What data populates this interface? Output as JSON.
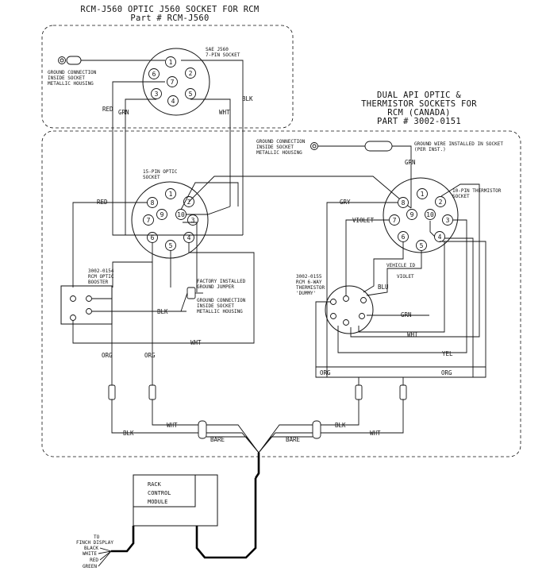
{
  "top_section": {
    "title_line1": "RCM-J560 OPTIC J560 SOCKET FOR RCM",
    "title_line2": "Part # RCM-J560",
    "socket_label_line1": "SAE J560",
    "socket_label_line2": "7-PIN SOCKET",
    "ground_label_line1": "GROUND CONNECTION",
    "ground_label_line2": "INSIDE SOCKET",
    "ground_label_line3": "METALLIC HOUSING",
    "pins": [
      "1",
      "2",
      "3",
      "4",
      "5",
      "6",
      "7"
    ],
    "wire_red": "RED",
    "wire_grn": "GRN",
    "wire_wht": "WHT",
    "wire_blk": "BLK"
  },
  "right_title": {
    "line1": "DUAL API OPTIC &",
    "line2": "THERMISTOR SOCKETS FOR",
    "line3": "RCM (CANADA)",
    "line4": "PART # 3002-0151"
  },
  "ground_top": {
    "line1": "GROUND CONNECTION",
    "line2": "INSIDE SOCKET",
    "line3": "METALLIC HOUSING",
    "wire_note_line1": "GROUND WIRE INSTALLED IN SOCKET",
    "wire_note_line2": "(PER INST.)",
    "wire_grn": "GRN"
  },
  "optic_socket": {
    "label_line1": "15-PIN OPTIC",
    "label_line2": "SOCKET",
    "pins": [
      "1",
      "2",
      "3",
      "4",
      "5",
      "6",
      "7",
      "8",
      "9",
      "10"
    ],
    "wire_red": "RED"
  },
  "thermistor_socket": {
    "label_line1": "10-PIN THERMISTOR",
    "label_line2": "SOCKET",
    "pins": [
      "1",
      "2",
      "3",
      "4",
      "5",
      "6",
      "7",
      "8",
      "9",
      "10"
    ],
    "wire_gry": "GRY",
    "wire_violet": "VIOLET",
    "vehicle_id": "VEHICLE ID",
    "violet2": "VIOLET"
  },
  "booster": {
    "line1": "3002-0154",
    "line2": "RCM OPTIC",
    "line3": "BOOSTER",
    "wire_blk": "BLK"
  },
  "jumper": {
    "line1": "FACTORY INSTALLED",
    "line2": "GROUND JUMPER",
    "line3": "GROUND CONNECTION",
    "line4": "INSIDE SOCKET",
    "line5": "METALLIC HOUSING"
  },
  "dummy": {
    "line1": "3002-0155",
    "line2": "RCM 6-WAY",
    "line3": "THERMISTOR",
    "line4": "'DUMMY'",
    "wire_blu": "BLU",
    "wire_grn": "GRN",
    "wire_wht": "WHT",
    "wire_yel": "YEL"
  },
  "lower_wires": {
    "wht_long": "WHT",
    "org1": "ORG",
    "org2": "ORG",
    "org3": "ORG",
    "org4": "ORG",
    "blk_left": "BLK",
    "wht_left": "WHT",
    "bare_left": "BARE",
    "bare_right": "BARE",
    "blk_right": "BLK",
    "wht_right": "WHT"
  },
  "module": {
    "line1": "RACK",
    "line2": "CONTROL",
    "line3": "MODULE"
  },
  "finch": {
    "line1": "TO",
    "line2": "FINCH DISPLAY",
    "wires": [
      "BLACK",
      "WHITE",
      "RED",
      "GREEN"
    ]
  }
}
